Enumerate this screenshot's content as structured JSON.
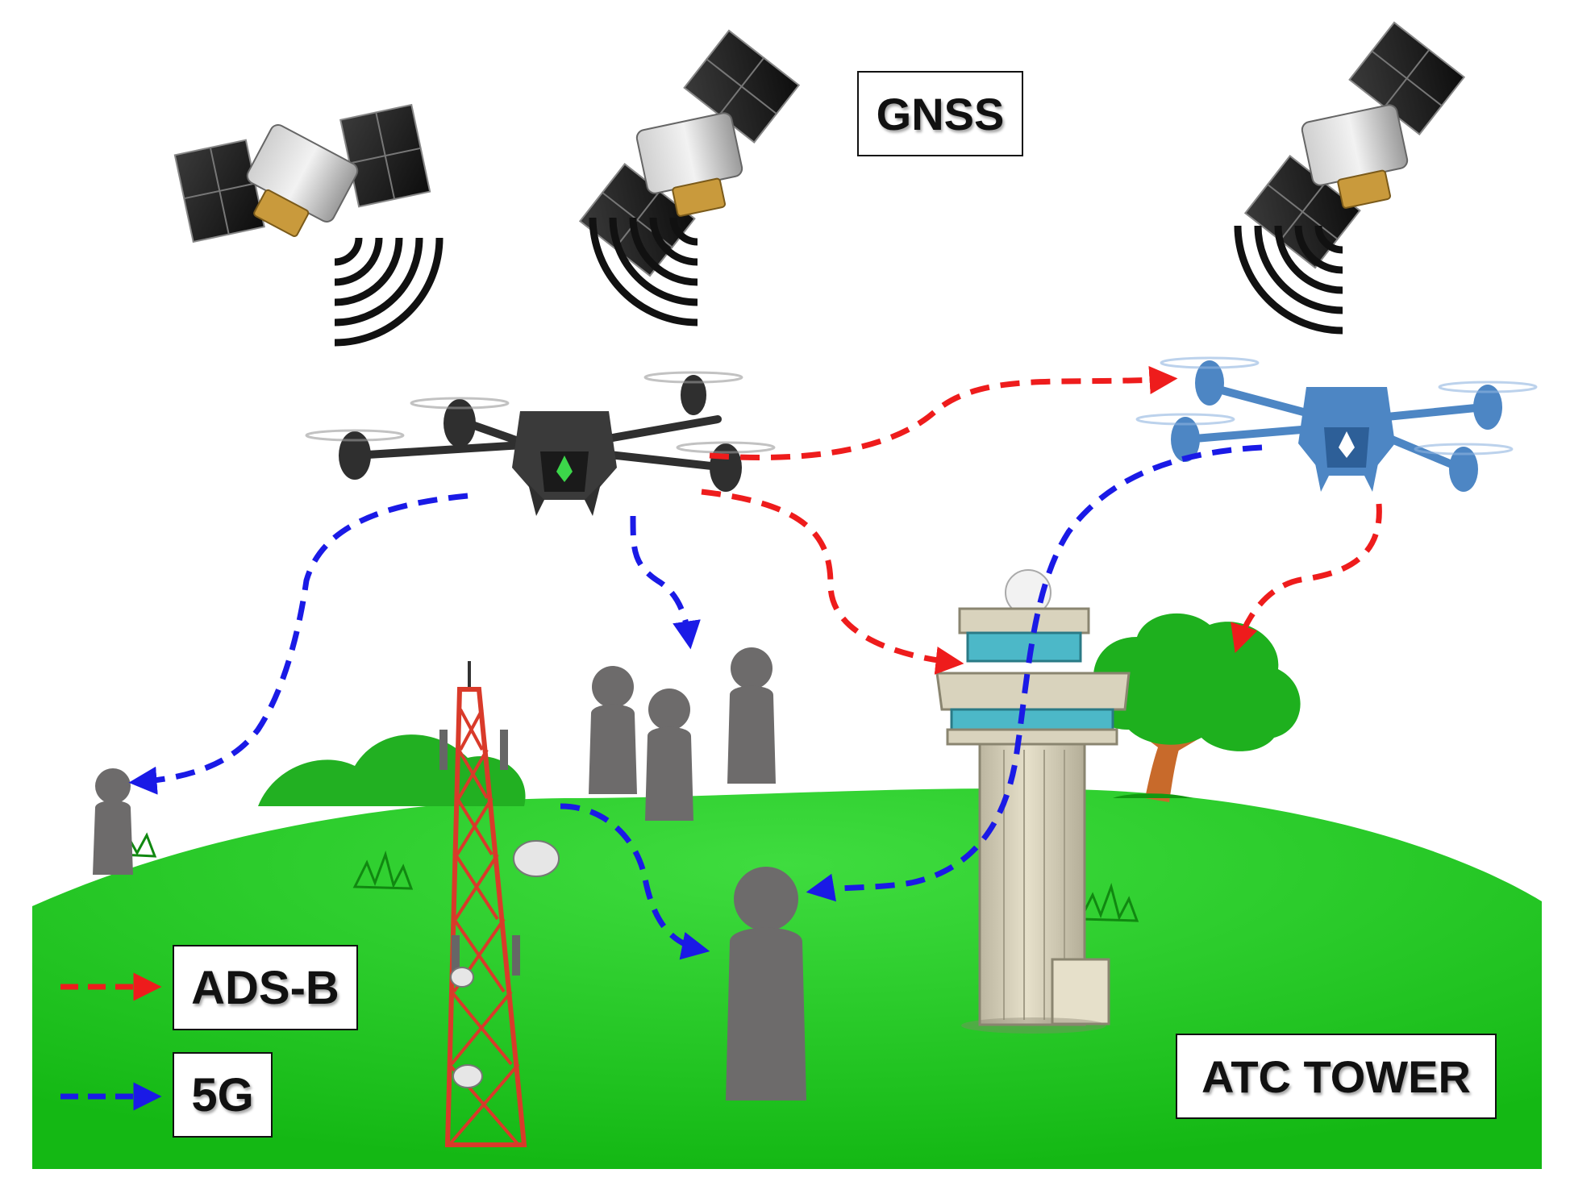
{
  "labels": {
    "gnss": "GNSS",
    "adsb": "ADS-B",
    "fiveg": "5G",
    "atc_tower": "ATC TOWER"
  },
  "colors": {
    "adsb_link": "#ee1c1c",
    "fiveg_link": "#1a1ae6",
    "grass": "#22cc22",
    "person": "#6d6b6b",
    "drone_dark": "#2f2f2f",
    "drone_blue": "#4d86c4",
    "tower_red": "#d93a2a",
    "atc_body": "#d9d3bd",
    "atc_glass": "#4cb8c8",
    "tree_trunk": "#c86a2b"
  },
  "icons": [
    "satellite-icon",
    "drone-icon",
    "person-icon",
    "cell-tower-icon",
    "atc-tower-icon",
    "tree-icon"
  ]
}
